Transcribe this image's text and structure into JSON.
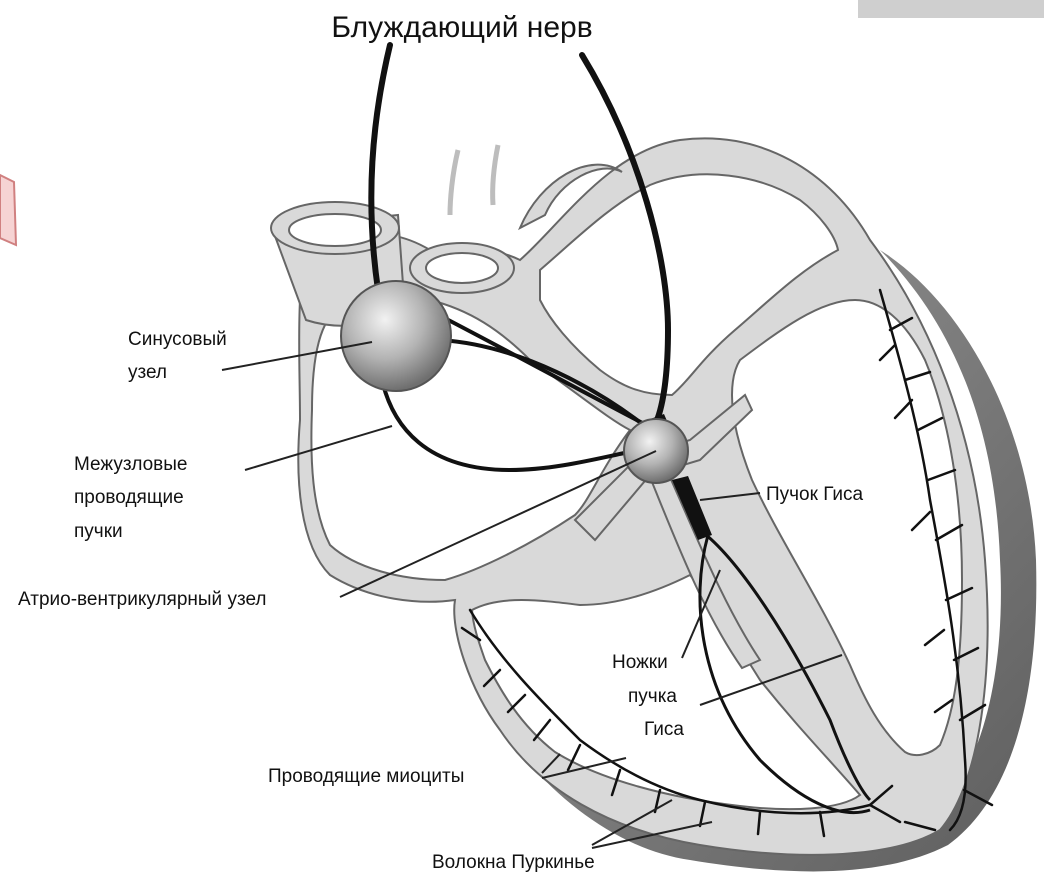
{
  "title": "Блуждающий нерв",
  "labels": {
    "sinus_node": [
      "Синусовый",
      "узел"
    ],
    "internodal": [
      "Межузловые",
      "проводящие",
      "пучки"
    ],
    "av_node": "Атрио-вентрикулярный узел",
    "his_bundle": "Пучок Гиса",
    "bundle_branches": [
      "Ножки",
      "пучка",
      "Гиса"
    ],
    "myocytes": "Проводящие миоциты",
    "purkinje": "Волокна Пуркинье"
  },
  "colors": {
    "wall_fill": "#d9d9d9",
    "wall_stroke": "#666666",
    "shadow": "#8c8c8c",
    "cavity": "#ffffff",
    "nerve": "#111111",
    "node_fill": "#a8a8a8"
  }
}
